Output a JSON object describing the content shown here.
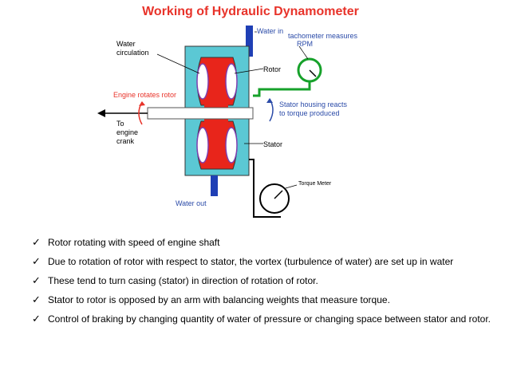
{
  "title": "Working of Hydraulic Dynamometer",
  "diagram": {
    "labels": {
      "water_in": "Water in",
      "tachometer": [
        "tachometer measures",
        "RPM"
      ],
      "water_circulation": [
        "Water",
        "circulation"
      ],
      "rotor": "Rotor",
      "engine_rotates": "Engine rotates rotor",
      "stator_housing": [
        "Stator housing reacts",
        "to torque produced"
      ],
      "to_engine": [
        "To",
        "engine",
        "crank"
      ],
      "stator": "Stator",
      "torque_meter": "Torque Meter",
      "water_out": "Water out"
    },
    "colors": {
      "casing": "#5bc8d4",
      "rotor": "#e8251b",
      "water_pipe": "#1f3fb5",
      "linkage": "#16a12a",
      "arrow_red": "#e8332a",
      "label_blue": "#2b4ba8"
    }
  },
  "bullets": [
    "Rotor rotating with speed of engine shaft",
    "Due to rotation of rotor with respect to stator, the vortex (turbulence of water) are set up in water",
    "These tend to turn casing (stator) in direction of rotation of rotor.",
    "Stator to rotor is opposed by an arm with balancing weights that measure torque.",
    "Control of braking by changing quantity of water of pressure or changing space between stator and rotor."
  ]
}
